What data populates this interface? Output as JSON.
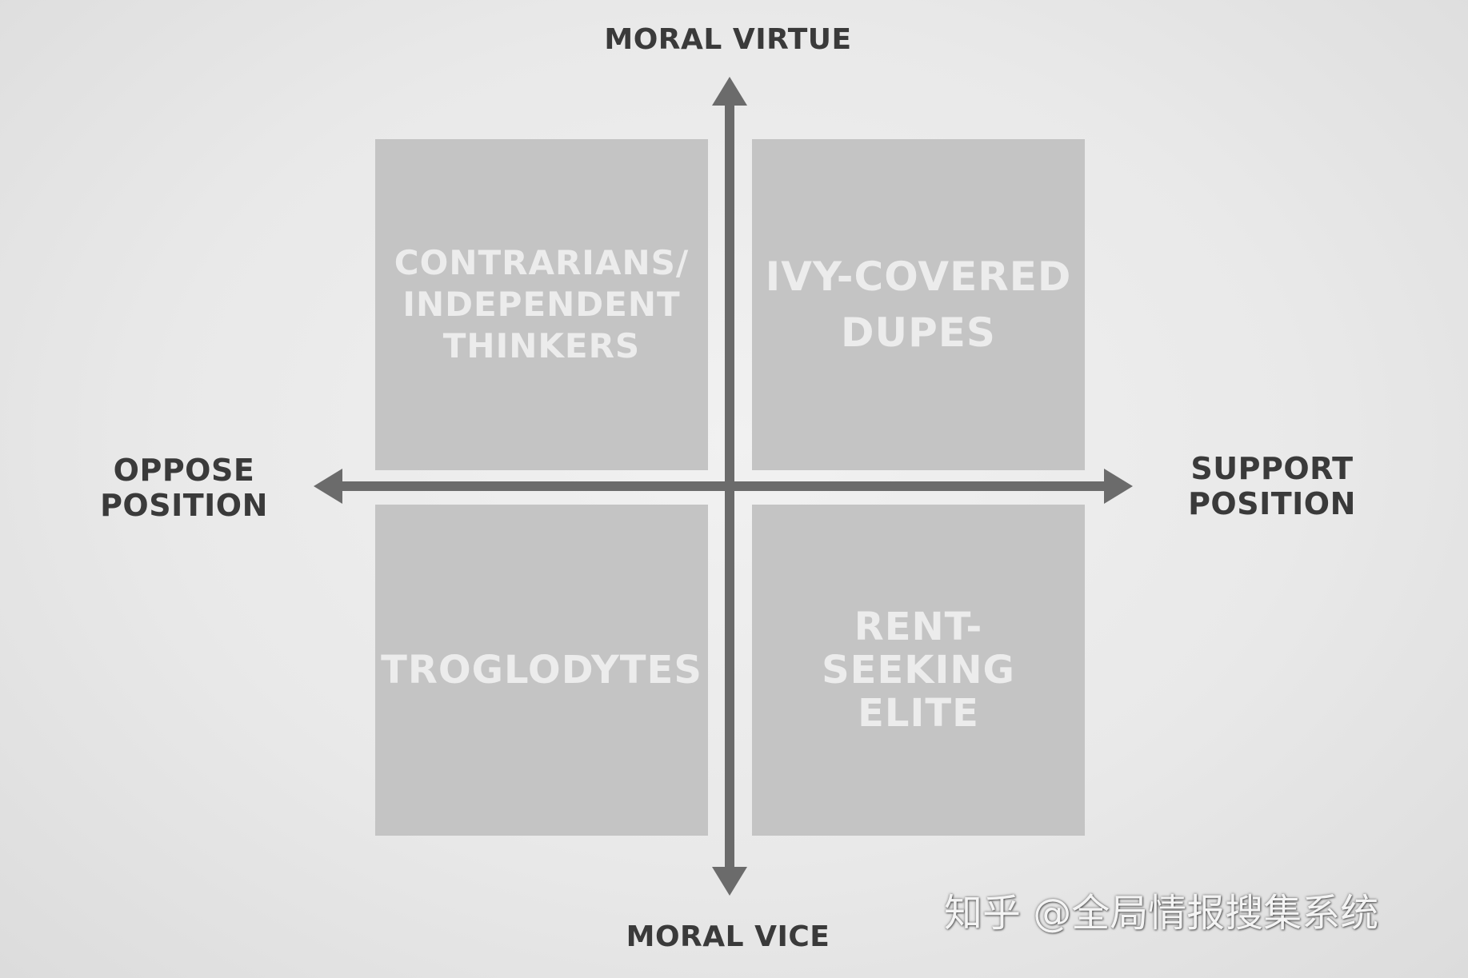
{
  "axes": {
    "top": "MORAL VIRTUE",
    "bottom": "MORAL VICE",
    "left": "OPPOSE\nPOSITION",
    "right": "SUPPORT\nPOSITION"
  },
  "quadrants": {
    "top_left": "CONTRARIANS/\nINDEPENDENT\nTHINKERS",
    "top_right": "IVY-COVERED\nDUPES",
    "bottom_left": "TROGLODYTES",
    "bottom_right": "RENT-SEEKING\nELITE"
  },
  "watermark": "知乎 @全局情报搜集系统",
  "colors": {
    "background": "#e9e9e9",
    "quadrant_fill": "#c4c4c4",
    "quadrant_text": "#ececec",
    "axis": "#6b6b6b",
    "axis_label": "#3a3a3a"
  }
}
